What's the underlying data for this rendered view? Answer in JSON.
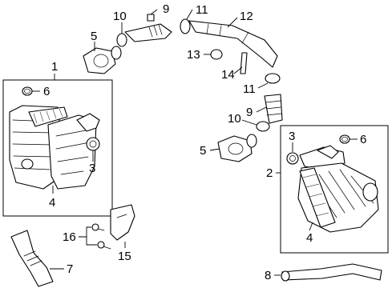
{
  "callouts": {
    "c1": "1",
    "c2": "2",
    "c3a": "3",
    "c3b": "3",
    "c4a": "4",
    "c4b": "4",
    "c5a": "5",
    "c5b": "5",
    "c6a": "6",
    "c6b": "6",
    "c7": "7",
    "c8": "8",
    "c9a": "9",
    "c9b": "9",
    "c10a": "10",
    "c10b": "10",
    "c11a": "11",
    "c11b": "11",
    "c12": "12",
    "c13": "13",
    "c14": "14",
    "c15": "15",
    "c16": "16"
  }
}
